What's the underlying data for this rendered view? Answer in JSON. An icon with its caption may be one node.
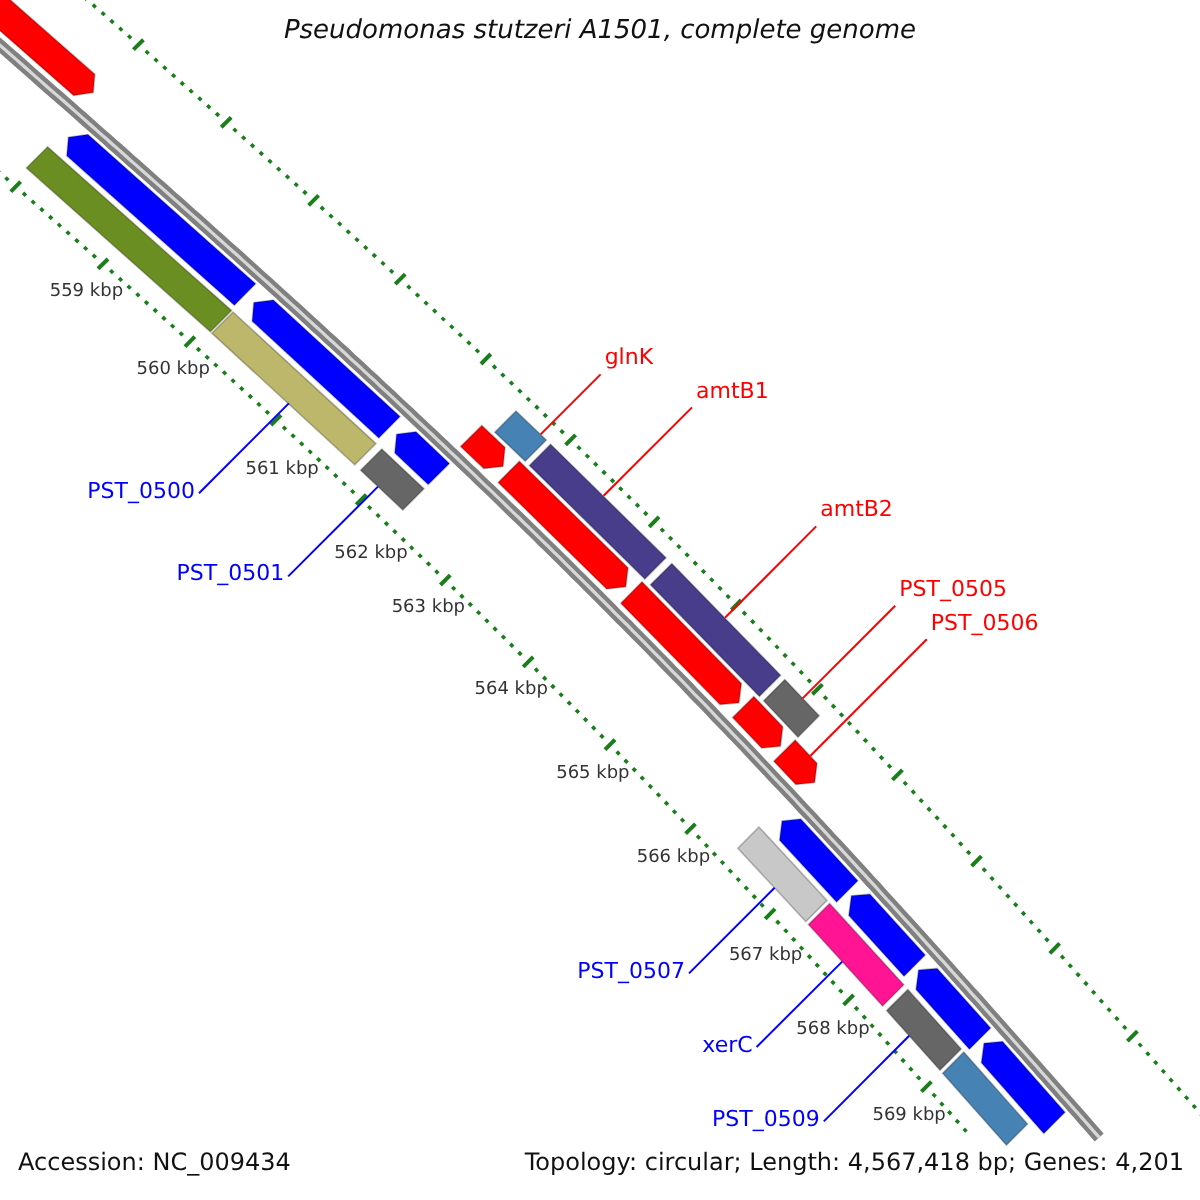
{
  "diagram": {
    "title": "Pseudomonas stutzeri A1501, complete genome",
    "nodes": [
      {
        "text": [],
        "shape": "arrow"
      },
      {
        "text": [],
        "shape": "box"
      },
      {
        "text": [],
        "shape": "arrow"
      },
      {
        "text": [],
        "shape": "box"
      },
      {
        "text": [],
        "shape": "arrow"
      },
      {
        "text": [],
        "shape": "box"
      },
      {
        "text": [],
        "shape": "arrow"
      },
      {
        "text": [],
        "shape": "arrow"
      },
      {
        "text": [],
        "shape": "box"
      },
      {
        "text": [],
        "shape": "arrow"
      },
      {
        "text": [],
        "shape": "box"
      },
      {
        "text": [],
        "shape": "arrow"
      },
      {
        "text": [],
        "shape": "box"
      },
      {
        "text": [],
        "shape": "arrow"
      },
      {
        "text": [],
        "shape": "box"
      },
      {
        "text": [],
        "shape": "arrow"
      },
      {
        "text": [],
        "shape": "box"
      },
      {
        "text": [],
        "shape": "arrow"
      },
      {
        "text": [],
        "shape": "box"
      },
      {
        "text": [],
        "shape": "arrow"
      },
      {
        "text": [],
        "shape": "arrow"
      },
      {
        "text": [],
        "shape": "box"
      },
      {
        "text": [],
        "shape": "box"
      },
      {
        "text": [],
        "shape": "arrow"
      },
      {
        "text": [
          "glnK"
        ]
      },
      {
        "text": [
          "amtB1"
        ]
      },
      {
        "text": [
          "amtB2"
        ]
      },
      {
        "text": [
          "PST_0505"
        ]
      },
      {
        "text": [
          "PST_0506"
        ]
      },
      {
        "text": [
          "PST_0500"
        ]
      },
      {
        "text": [
          "PST_0501"
        ]
      },
      {
        "text": [
          "PST_0507"
        ]
      },
      {
        "text": [
          "xerC"
        ]
      },
      {
        "text": [
          "PST_0509"
        ]
      }
    ],
    "edges": [
      {
        "from": 24,
        "to": 8,
        "arrow": "none"
      },
      {
        "from": 25,
        "to": 10,
        "arrow": "none"
      },
      {
        "from": 26,
        "to": 12,
        "arrow": "none"
      },
      {
        "from": 27,
        "to": 14,
        "arrow": "none"
      },
      {
        "from": 28,
        "to": 15,
        "arrow": "none"
      },
      {
        "from": 29,
        "to": 3,
        "arrow": "none",
        "color": "#0000ff"
      },
      {
        "from": 30,
        "to": 5,
        "arrow": "none",
        "color": "#0000ff"
      },
      {
        "from": 31,
        "to": 16,
        "arrow": "none",
        "color": "#0000ff"
      },
      {
        "from": 32,
        "to": 18,
        "arrow": "none",
        "color": "#0000ff"
      },
      {
        "from": 33,
        "to": 21,
        "arrow": "none",
        "color": "#0000ff"
      }
    ],
    "labels": [
      "559 kbp",
      "560 kbp",
      "561 kbp",
      "562 kbp",
      "563 kbp",
      "564 kbp",
      "565 kbp",
      "566 kbp",
      "567 kbp",
      "568 kbp",
      "569 kbp",
      "Accession: NC_009434",
      "Topology: circular; Length: 4,567,418 bp; Genes: 4,201"
    ]
  }
}
